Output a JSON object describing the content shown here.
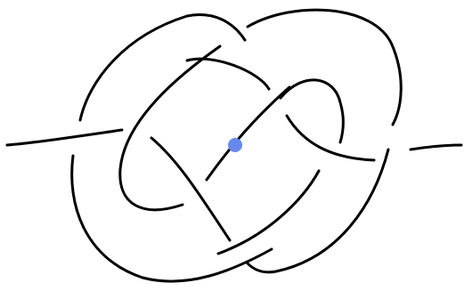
{
  "diagram": {
    "kind": "knot-diagram",
    "strand_color": "#000000",
    "marker_color": "#6688ee",
    "background": "#ffffff",
    "crossings_visible": 12,
    "base_point_marker": "blue-dot"
  }
}
